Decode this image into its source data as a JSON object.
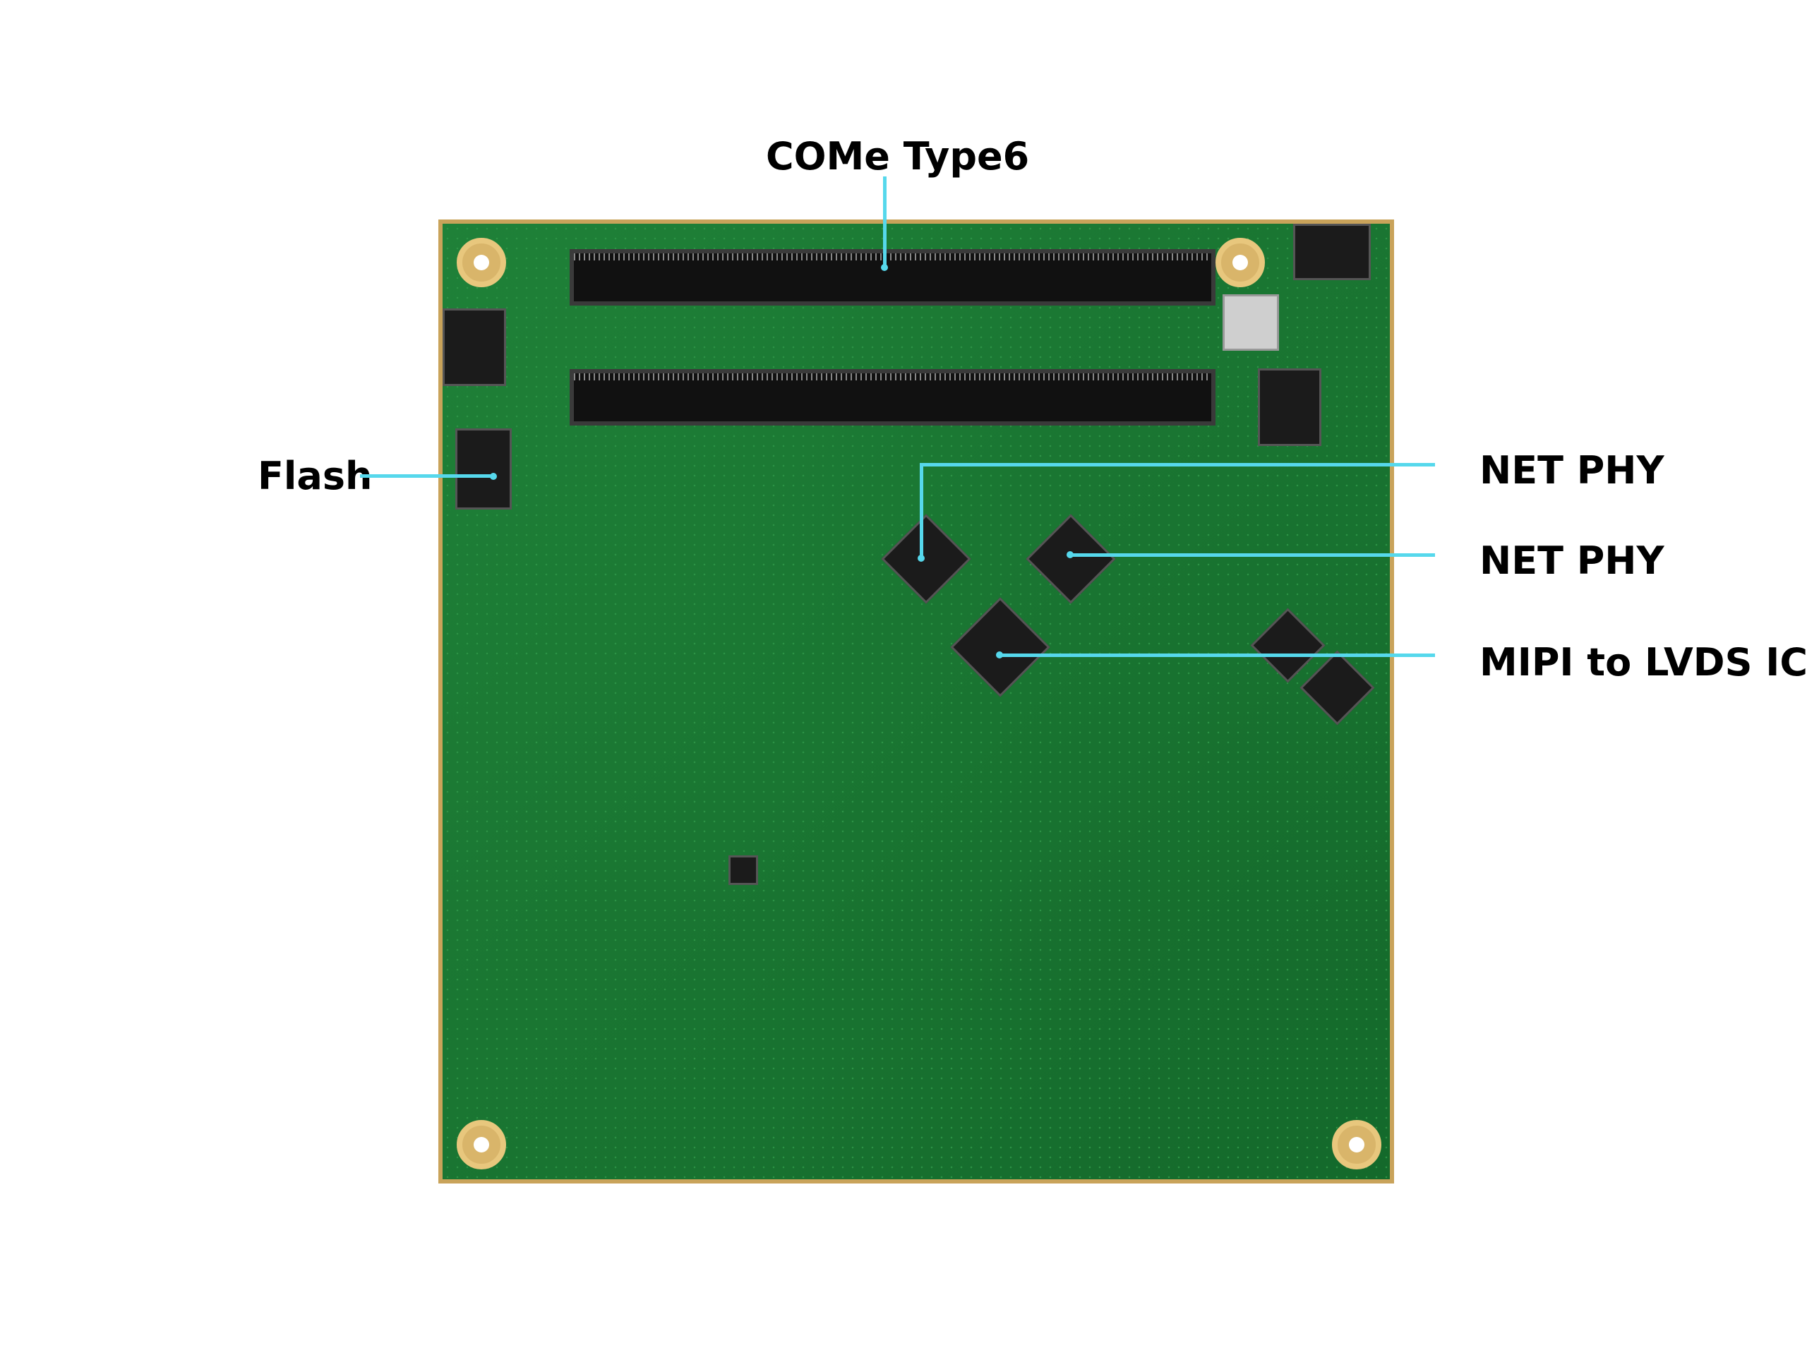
{
  "labels": {
    "connector": "COMe Type6",
    "flash": "Flash",
    "net_phy_1": "NET PHY",
    "net_phy_2": "NET PHY",
    "mipi_lvds": "MIPI to LVDS IC"
  },
  "colors": {
    "callout_line": "#56d8ec",
    "pcb": "#1a7a34"
  }
}
